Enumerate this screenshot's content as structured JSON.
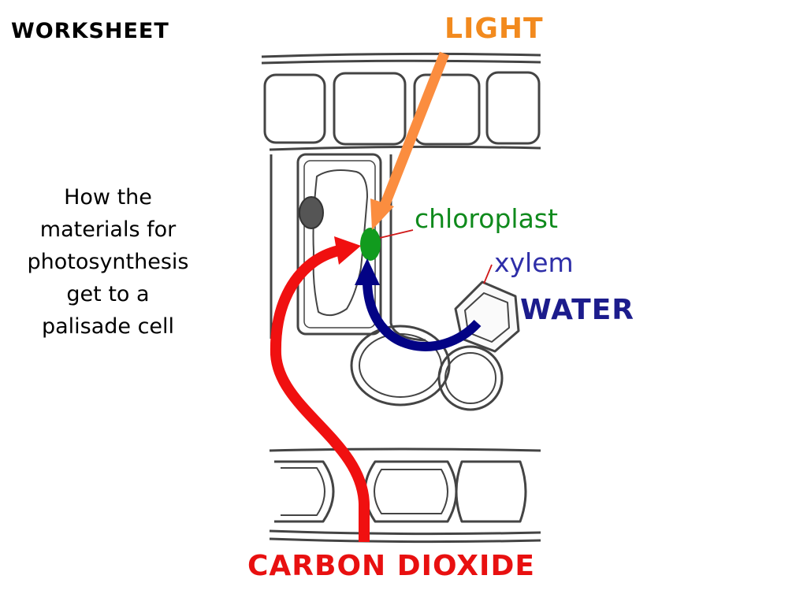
{
  "heading": "WORKSHEET",
  "intro_lines": [
    "How the",
    "materials for",
    "photosynthesis",
    "get to a",
    "palisade cell"
  ],
  "labels": {
    "light": "LIGHT",
    "chloroplast": "chloroplast",
    "xylem": "xylem",
    "water": "WATER",
    "carbon_dioxide": "CARBON DIOXIDE"
  },
  "colors": {
    "light": "#f28a1e",
    "light_arrow": "#fb8d3f",
    "chloroplast": "#0f8a1c",
    "chloroplast_fill": "#119b1e",
    "xylem": "#2e2ea8",
    "water": "#1c1c8c",
    "water_arrow": "#030385",
    "carbon_dioxide": "#e81010",
    "co2_arrow": "#f01010",
    "leader_line": "#d01818",
    "cell_outline": "#444444",
    "cell_fill": "#fafafa"
  }
}
